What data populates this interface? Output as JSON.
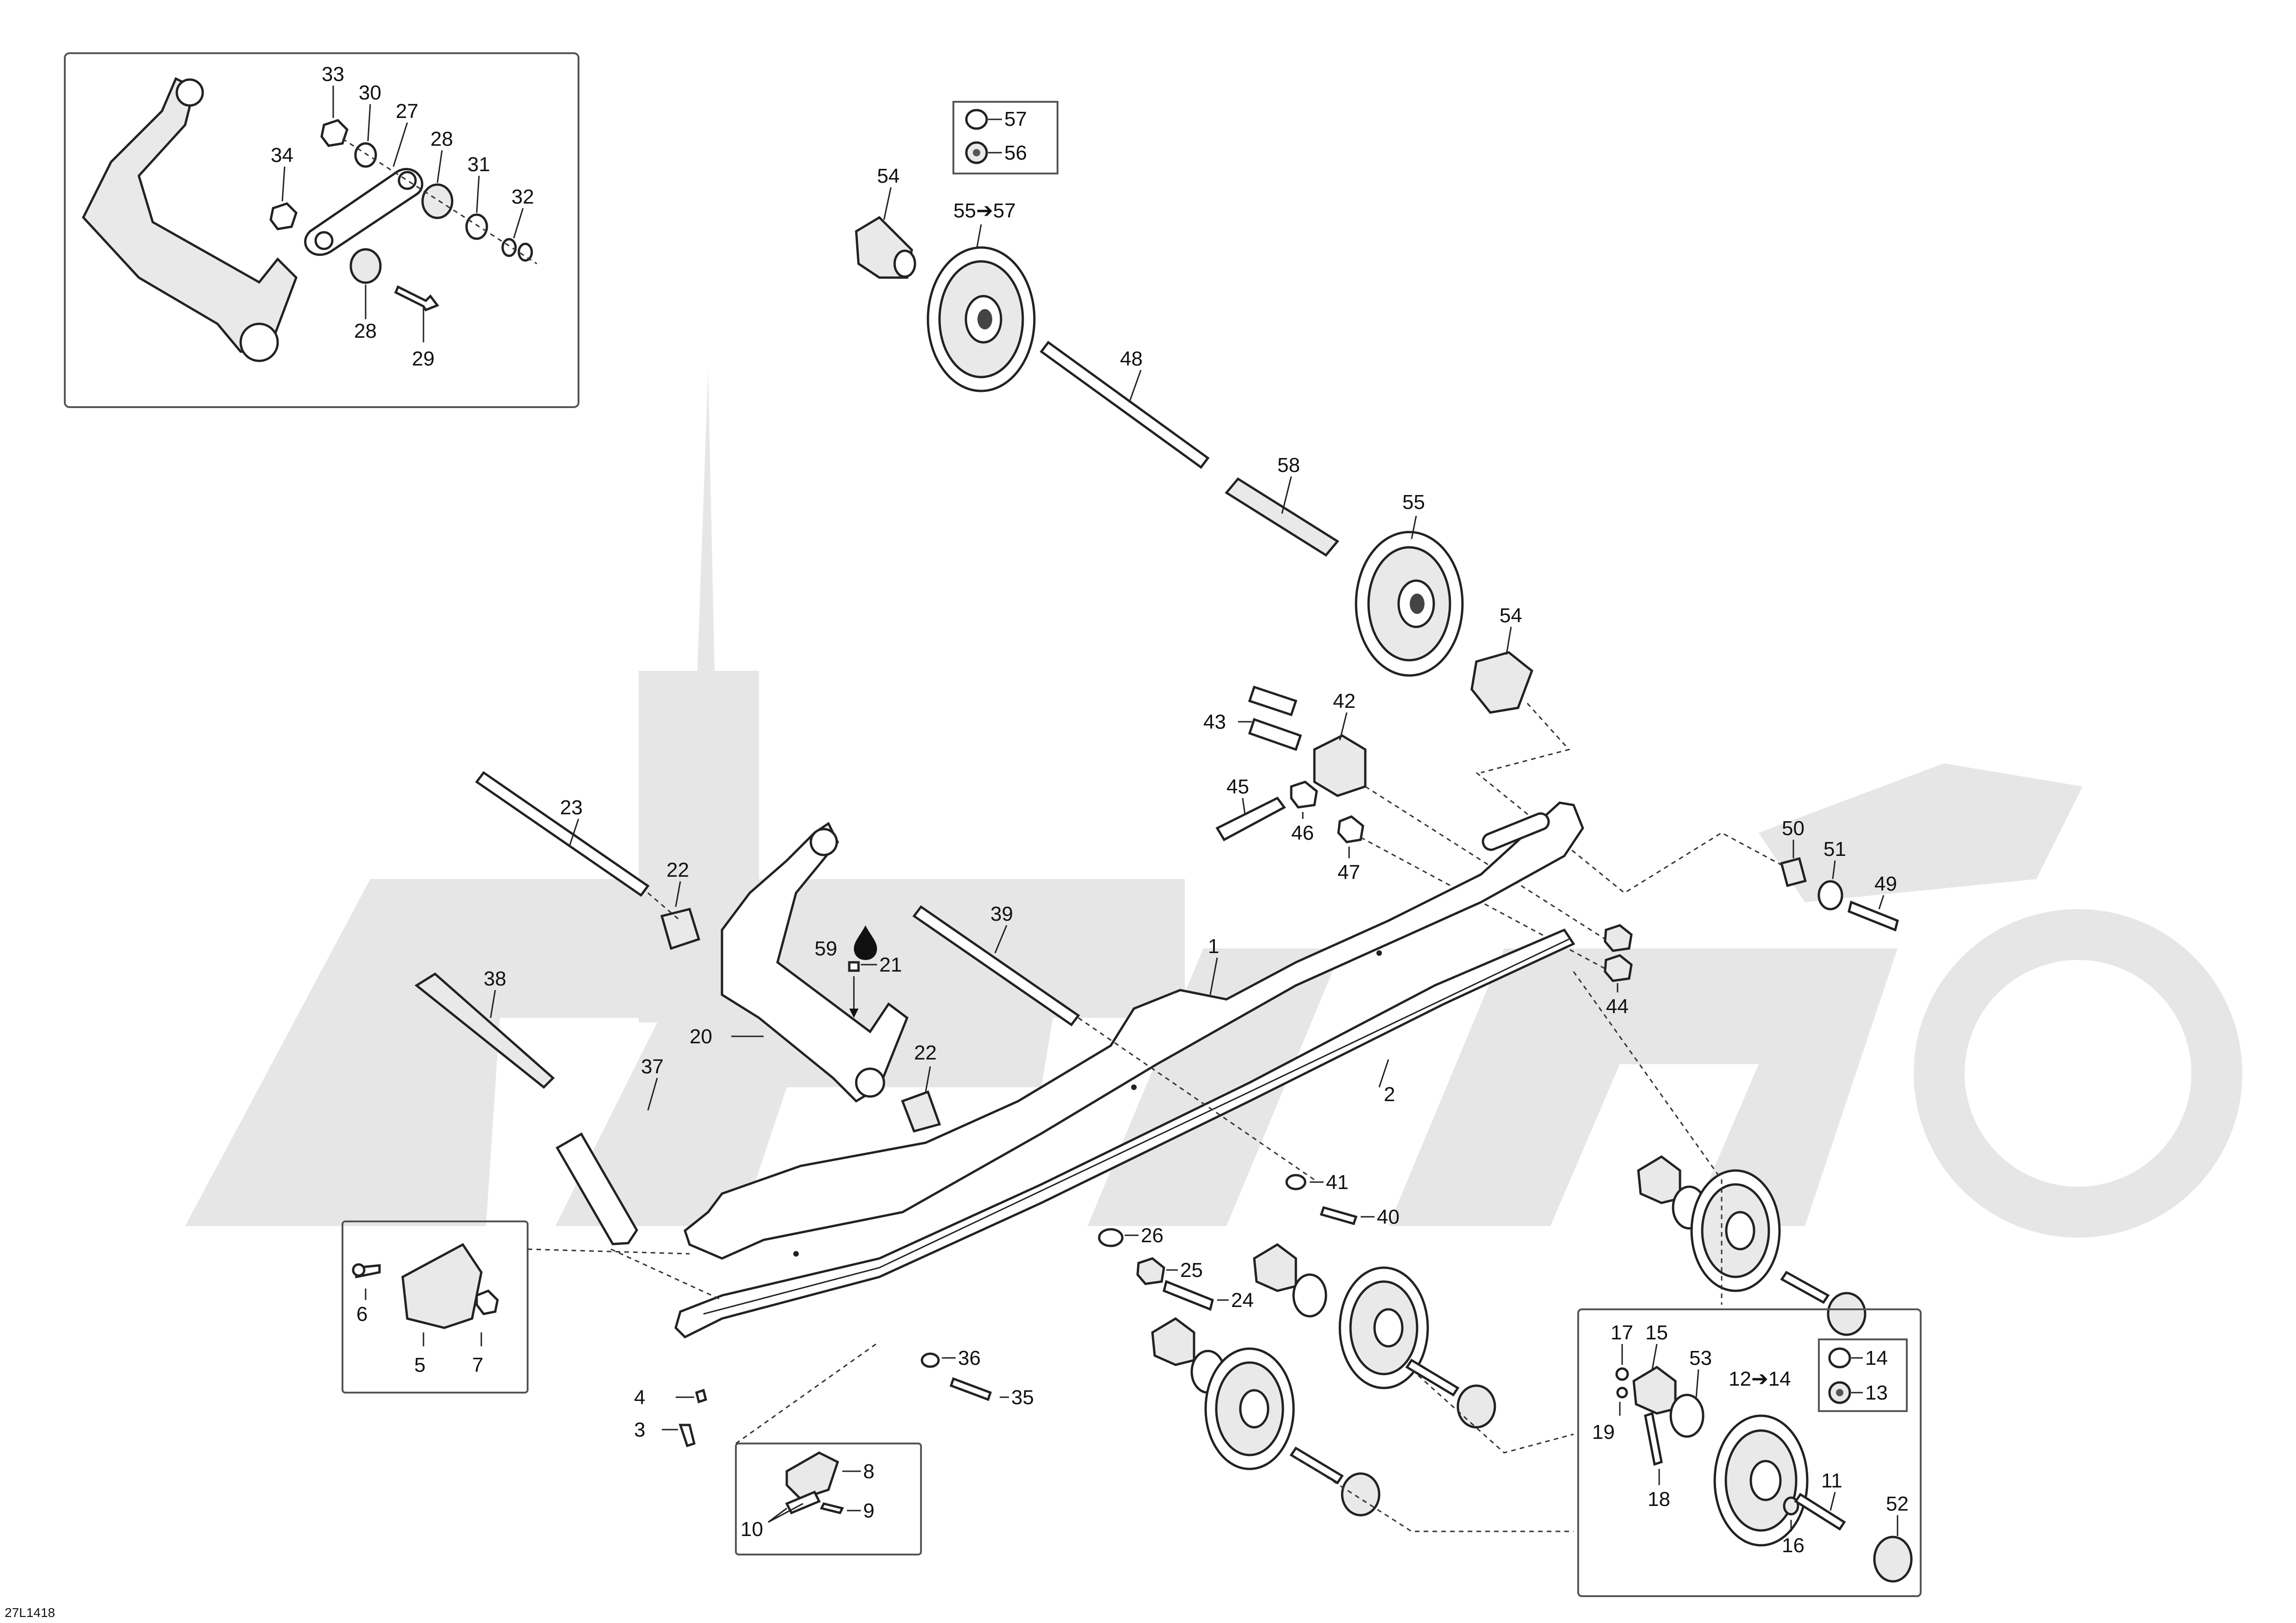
{
  "diagram_id": "27L1418",
  "inset_labels": {
    "l33": "33",
    "l30": "30",
    "l27": "27",
    "l28a": "28",
    "l34": "34",
    "l31": "31",
    "l32": "32",
    "l28b": "28",
    "l29": "29"
  },
  "labels": {
    "l57": "57",
    "l56": "56",
    "l54a": "54",
    "l55to57": "55➔57",
    "l48": "48",
    "l58": "58",
    "l55": "55",
    "l54b": "54",
    "l43": "43",
    "l42": "42",
    "l45": "45",
    "l46": "46",
    "l47": "47",
    "l50": "50",
    "l51": "51",
    "l49": "49",
    "l44": "44",
    "l23": "23",
    "l22a": "22",
    "l59": "59",
    "l21": "21",
    "l39": "39",
    "l1": "1",
    "l38": "38",
    "l20": "20",
    "l22b": "22",
    "l2": "2",
    "l37": "37",
    "l41": "41",
    "l40": "40",
    "l26": "26",
    "l25": "25",
    "l24": "24",
    "l6": "6",
    "l5": "5",
    "l7": "7",
    "l36": "36",
    "l35": "35",
    "l4": "4",
    "l3": "3",
    "l8": "8",
    "l10": "10",
    "l9": "9",
    "l17": "17",
    "l15": "15",
    "l53": "53",
    "l12to14": "12➔14",
    "l14": "14",
    "l19": "19",
    "l13": "13",
    "l18": "18",
    "l11": "11",
    "l52": "52",
    "l16": "16"
  },
  "icons": [
    "oil-drop-icon",
    "arrow-right-icon"
  ]
}
